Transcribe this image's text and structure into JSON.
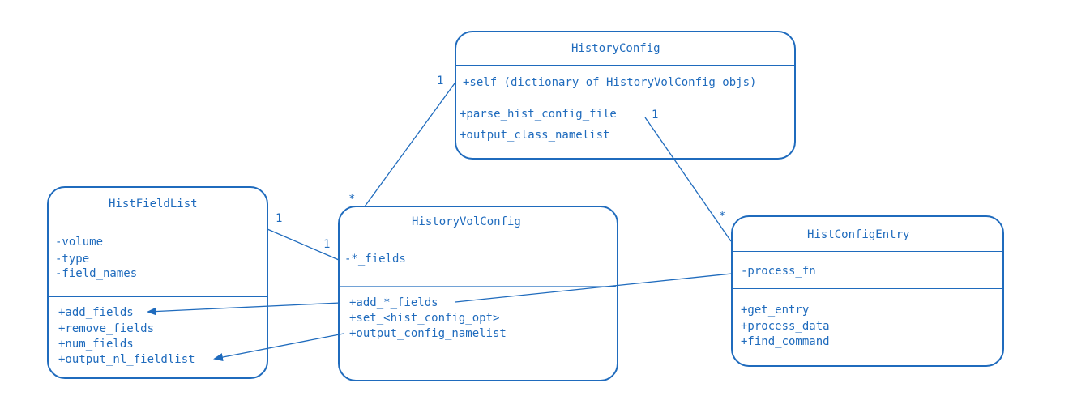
{
  "classes": {
    "history_config": {
      "name": "HistoryConfig",
      "attributes": [
        "+self (dictionary of HistoryVolConfig objs)"
      ],
      "methods": [
        "+parse_hist_config_file",
        "+output_class_namelist"
      ]
    },
    "hist_field_list": {
      "name": "HistFieldList",
      "attributes": [
        "-volume",
        "-type",
        "-field_names"
      ],
      "methods": [
        "+add_fields",
        "+remove_fields",
        "+num_fields",
        "+output_nl_fieldlist"
      ]
    },
    "history_vol_config": {
      "name": "HistoryVolConfig",
      "attributes": [
        "-*_fields"
      ],
      "methods": [
        "+add_*_fields",
        "+set_<hist_config_opt>",
        "+output_config_namelist"
      ]
    },
    "hist_config_entry": {
      "name": "HistConfigEntry",
      "attributes": [
        "-process_fn"
      ],
      "methods": [
        "+get_entry",
        "+process_data",
        "+find_command"
      ]
    }
  },
  "multiplicities": {
    "hc_to_hvc_near_hc": "1",
    "hc_to_hvc_near_hvc": "*",
    "hfl_to_hvc_near_hfl": "1",
    "hfl_to_hvc_near_hvc": "1",
    "hc_to_hce_near_hc": "1",
    "hc_to_hce_near_hce": "*"
  },
  "colors": {
    "stroke": "#1f6bbd"
  }
}
